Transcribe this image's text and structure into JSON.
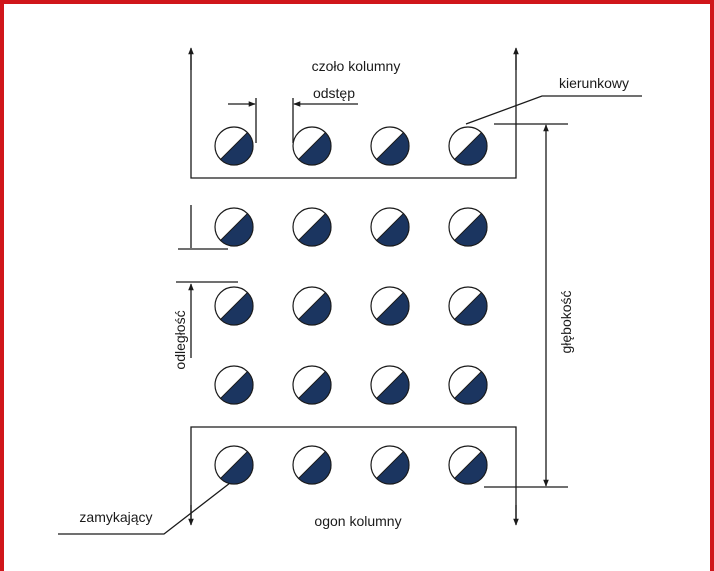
{
  "labels": {
    "head": "czoło kolumny",
    "tail": "ogon kolumny",
    "interval": "odstęp",
    "distance": "odległość",
    "depth": "głębokość",
    "guide": "kierunkowy",
    "closing": "zamykający"
  },
  "formation": {
    "rows": 5,
    "columns": 4,
    "marker_fill_color": "#1b3560",
    "frame_color": "#d0161a"
  }
}
